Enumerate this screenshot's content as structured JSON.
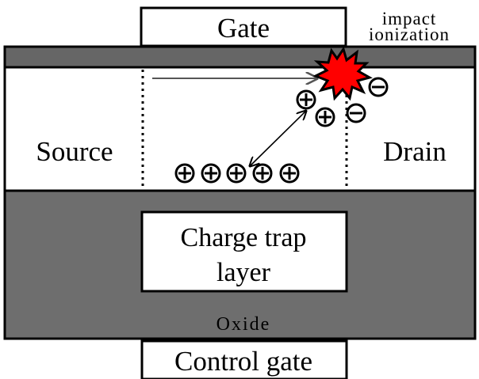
{
  "labels": {
    "gate": "Gate",
    "impact_line1": "impact",
    "impact_line2": "ionization",
    "source": "Source",
    "drain": "Drain",
    "charge_trap_line1": "Charge trap",
    "charge_trap_line2": "layer",
    "oxide": "Oxide",
    "control_gate": "Control gate"
  },
  "symbols": {
    "hole": "+",
    "electron": "−"
  },
  "colors": {
    "oxide_fill": "#6e6e6e",
    "gate_oxide_fill": "#666666",
    "outline": "#000000",
    "background": "#ffffff",
    "impact_burst": "#ff0000"
  },
  "icons": {
    "impact": "impact-burst-icon",
    "hole": "hole-icon",
    "electron": "electron-icon",
    "arrow": "arrow-icon"
  }
}
